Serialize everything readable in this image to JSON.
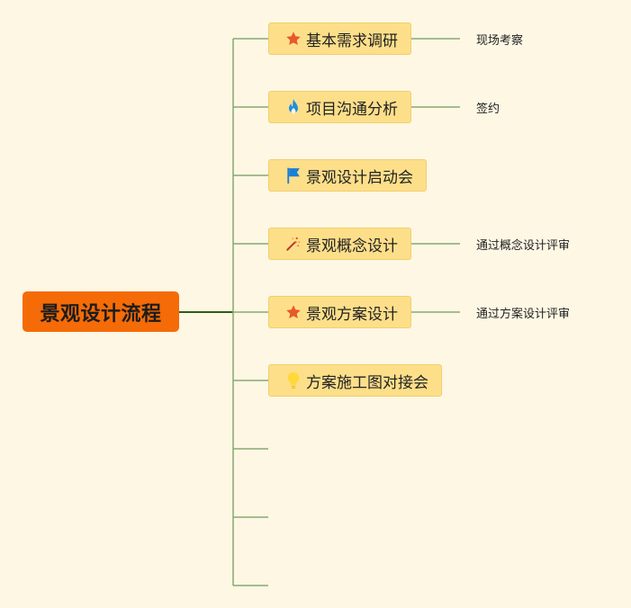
{
  "root": {
    "label": "景观设计流程"
  },
  "topics": [
    {
      "label": "基本需求调研",
      "icon": "star-icon",
      "note": "现场考察"
    },
    {
      "label": "项目沟通分析",
      "icon": "flame-icon",
      "note": "签约"
    },
    {
      "label": "景观设计启动会",
      "icon": "flag-icon",
      "note": ""
    },
    {
      "label": "景观概念设计",
      "icon": "magic-wand-icon",
      "note": "通过概念设计评审"
    },
    {
      "label": "景观方案设计",
      "icon": "star-icon",
      "note": "通过方案设计评审"
    },
    {
      "label": "方案施工图对接会",
      "icon": "lightbulb-icon",
      "note": ""
    }
  ],
  "empty_branches": 3,
  "colors": {
    "background": "#fdf7e4",
    "root_fill": "#f56b07",
    "topic_fill": "#fddf8a",
    "topic_border": "#f1cf6c",
    "connector": "#8aa870",
    "root_connector": "#2e5d14",
    "star": "#e8582b",
    "flame": "#1e8fe0",
    "flag": "#1b7fd6",
    "bulb": "#ffd93a"
  }
}
